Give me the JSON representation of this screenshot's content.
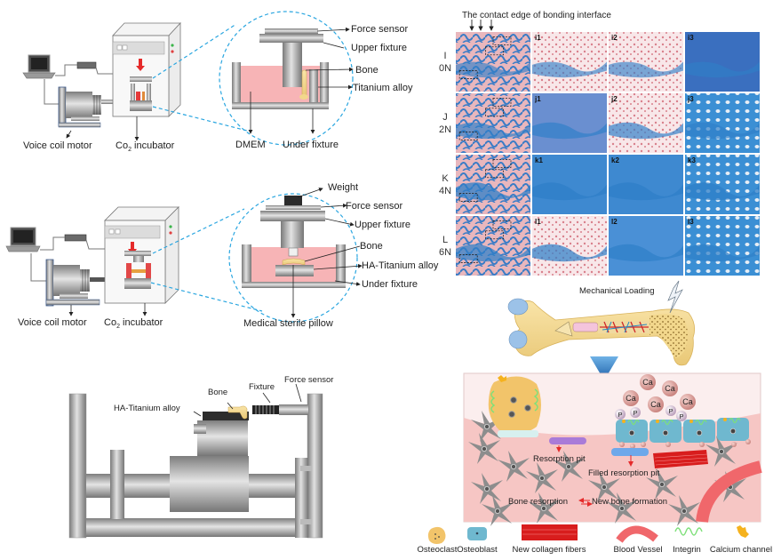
{
  "figure": {
    "panel_top_left": {
      "setup": {
        "voice_coil_motor": "Voice coil motor",
        "incubator_prefix": "Co",
        "incubator_sub": "2",
        "incubator_suffix": " incubator"
      },
      "zoom_labels": {
        "force_sensor": "Force sensor",
        "upper_fixture": "Upper fixture",
        "bone": "Bone",
        "titanium_alloy": "Titanium alloy",
        "dmem": "DMEM",
        "under_fixture": "Under fixture"
      }
    },
    "panel_mid_left": {
      "setup": {
        "voice_coil_motor": "Voice coil motor",
        "incubator_prefix": "Co",
        "incubator_sub": "2",
        "incubator_suffix": " incubator"
      },
      "zoom_labels": {
        "weight": "Weight",
        "force_sensor": "Force sensor",
        "upper_fixture": "Upper fixture",
        "bone": "Bone",
        "ha_titanium_alloy": "HA-Titanium alloy",
        "under_fixture": "Under fixture",
        "pillow": "Medical sterile pillow"
      }
    },
    "panel_bottom_left": {
      "labels": {
        "ha_titanium_alloy": "HA-Titanium alloy",
        "bone": "Bone",
        "fixture": "Fixture",
        "force_sensor": "Force sensor"
      }
    },
    "histology": {
      "title": "The contact edge of bonding interface",
      "rows": [
        {
          "letter": "I",
          "load": "0N",
          "tiles": [
            "",
            "i1",
            "i2",
            "i3"
          ],
          "stain_mix": 0.55
        },
        {
          "letter": "J",
          "load": "2N",
          "tiles": [
            "",
            "j1",
            "j2",
            "j3"
          ],
          "stain_mix": 0.65
        },
        {
          "letter": "K",
          "load": "4N",
          "tiles": [
            "",
            "k1",
            "k2",
            "k3"
          ],
          "stain_mix": 0.8
        },
        {
          "letter": "L",
          "load": "6N",
          "tiles": [
            "",
            "l1",
            "l2",
            "l3"
          ],
          "stain_mix": 0.75
        }
      ]
    },
    "mechanism": {
      "mechanical_loading": "Mechanical Loading",
      "ions_ca": "Ca",
      "ions_p": "P",
      "resorption_pit": "Resorption pit",
      "filled_resorption_pit": "Filled resorption pit",
      "bone_resorption": "Bone resorption",
      "new_bone_formation": "New bone formation"
    },
    "legend": [
      {
        "label": "Osteoclast",
        "color": "#f2c46a"
      },
      {
        "label": "Osteoblast",
        "color": "#6fb8cf"
      },
      {
        "label": "New collagen fibers",
        "color": "#d81d1d"
      },
      {
        "label": "Blood Vessel",
        "color": "#f0676b"
      },
      {
        "label": "Integrin",
        "color": "#7ee07a"
      },
      {
        "label": "Calcium channel",
        "color": "#f5b21e"
      }
    ],
    "colors": {
      "dashed_circle": "#2aa6e0",
      "dmem": "#f7b4b6",
      "metal_dark": "#6e6e6e",
      "metal_light": "#d9d9d9",
      "stain_blue": "#2f7fc8",
      "stain_pink": "#e9a7ae",
      "bone_matrix": "#f6c9c6",
      "osteocyte": "#8d8d8d",
      "arrow_red": "#e52a2a"
    }
  }
}
